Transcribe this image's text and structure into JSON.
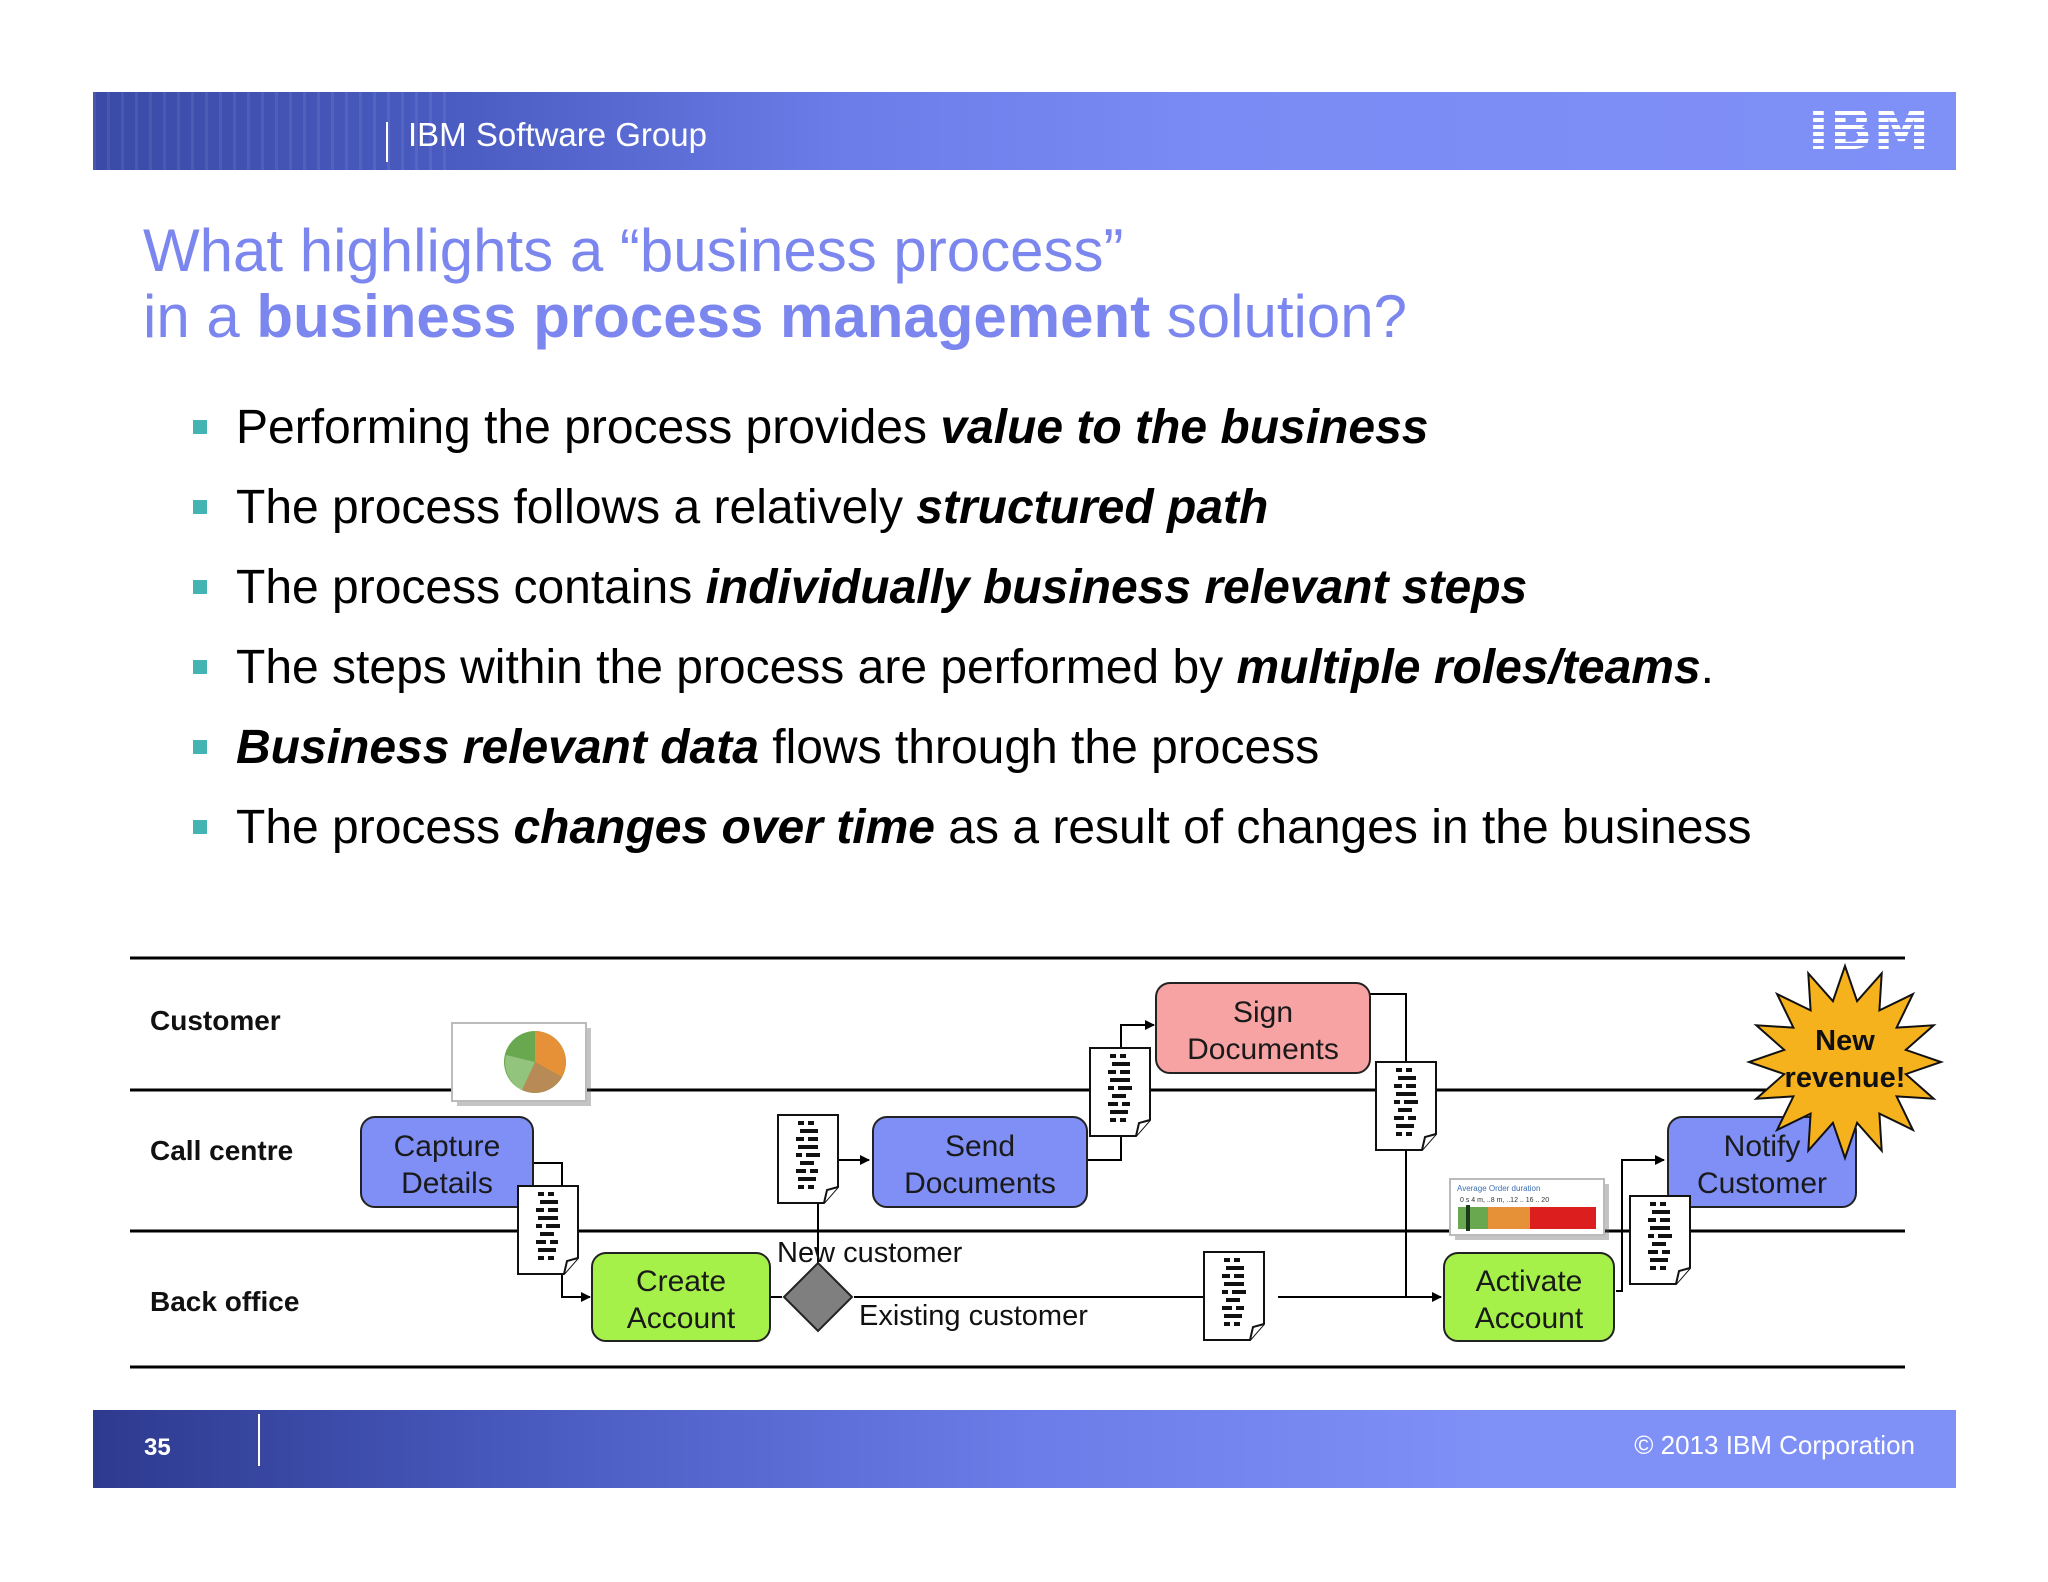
{
  "header": {
    "group": "IBM Software Group",
    "logo": "IBM"
  },
  "title": {
    "line1": "What highlights a “business process”",
    "line2_prefix": "in a ",
    "line2_bold": "business process management",
    "line2_suffix": " solution?"
  },
  "bullets": [
    {
      "pre": "Performing the process provides ",
      "em": "value to the business",
      "post": ""
    },
    {
      "pre": "The process follows a relatively ",
      "em": "structured path",
      "post": ""
    },
    {
      "pre": "The process contains ",
      "em": "individually business relevant steps",
      "post": ""
    },
    {
      "pre": "The steps within the process are performed by ",
      "em": "multiple roles/teams",
      "post": "."
    },
    {
      "pre": "",
      "em": "Business relevant data",
      "post": " flows through the process"
    },
    {
      "pre": "The process ",
      "em": "changes over time",
      "post": " as a result of changes in the business"
    }
  ],
  "diagram": {
    "lanes": {
      "customer": "Customer",
      "call_centre": "Call centre",
      "back_office": "Back office"
    },
    "tasks": {
      "capture": [
        "Capture",
        "Details"
      ],
      "send": [
        "Send",
        "Documents"
      ],
      "sign": [
        "Sign",
        "Documents"
      ],
      "create": [
        "Create",
        "Account"
      ],
      "activate": [
        "Activate",
        "Account"
      ],
      "notify": [
        "Notify",
        "Customer"
      ]
    },
    "flows": {
      "new_customer": "New customer",
      "existing_customer": "Existing customer"
    },
    "starburst": [
      "New",
      "revenue!"
    ],
    "kpi_widget": {
      "title": "Average Order duration",
      "ticks": "0 s     4 m,  ..8 m,  ..12 ..     16 ..    20"
    },
    "colors": {
      "call_centre_task": "#7f8ff5",
      "customer_task": "#f7a3a3",
      "back_office_task": "#a6f04a",
      "starburst": "#f6b21d"
    }
  },
  "footer": {
    "page": "35",
    "copyright": "© 2013 IBM Corporation"
  }
}
